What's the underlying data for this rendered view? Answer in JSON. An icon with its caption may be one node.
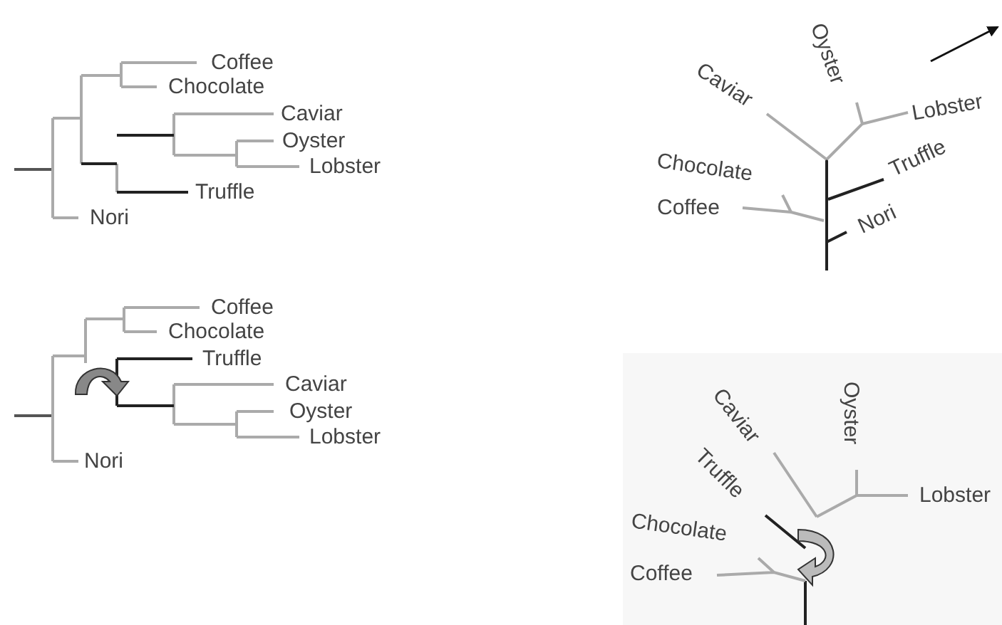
{
  "diagram": {
    "labels": [
      "Coffee",
      "Chocolate",
      "Caviar",
      "Oyster",
      "Lobster",
      "Truffle",
      "Nori",
      "Oyster",
      "Caviar",
      "Lobster",
      "Truffle",
      "Chocolate",
      "Coffee",
      "Nori",
      "Coffee",
      "Chocolate",
      "Truffle",
      "Caviar",
      "Oyster",
      "Lobster",
      "Nori",
      "Caviar",
      "Oyster",
      "Truffle",
      "Lobster",
      "Chocolate",
      "Coffee"
    ]
  }
}
